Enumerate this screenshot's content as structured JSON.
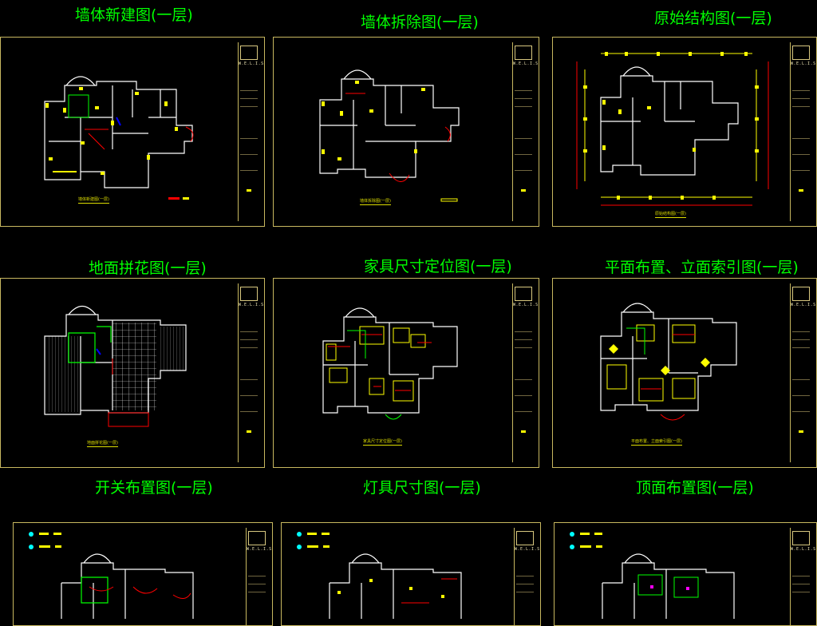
{
  "sheets": [
    {
      "id": "s1",
      "title": "墙体新建图(一层)",
      "label": "墙体新建图(一层)",
      "logo_text": "W.E.L.I.S"
    },
    {
      "id": "s2",
      "title": "墙体拆除图(一层)",
      "label": "墙体拆除图(一层)",
      "logo_text": "W.E.L.I.S"
    },
    {
      "id": "s3",
      "title": "原始结构图(一层)",
      "label": "原始结构图(一层)",
      "logo_text": "W.E.L.I.S"
    },
    {
      "id": "s4",
      "title": "地面拼花图(一层)",
      "label": "地面拼花图(一层)",
      "logo_text": "W.E.L.I.S"
    },
    {
      "id": "s5",
      "title": "家具尺寸定位图(一层)",
      "label": "家具尺寸定位图(一层)",
      "logo_text": "W.E.L.I.S"
    },
    {
      "id": "s6",
      "title": "平面布置、立面索引图(一层)",
      "label": "平面布置、立面索引图(一层)",
      "logo_text": "W.E.L.I.S"
    },
    {
      "id": "s7",
      "title": "开关布置图(一层)",
      "label": "",
      "logo_text": "W.E.L.I.S"
    },
    {
      "id": "s8",
      "title": "灯具尺寸图(一层)",
      "label": "",
      "logo_text": "W.E.L.I.S"
    },
    {
      "id": "s9",
      "title": "顶面布置图(一层)",
      "label": "",
      "logo_text": "W.E.L.I.S"
    }
  ],
  "colors": {
    "background": "#000000",
    "caption": "#00ff00",
    "frame": "#c8b860",
    "wall": "#ffffff",
    "dimension": "#ffff00",
    "annotation": "#ff0000"
  }
}
